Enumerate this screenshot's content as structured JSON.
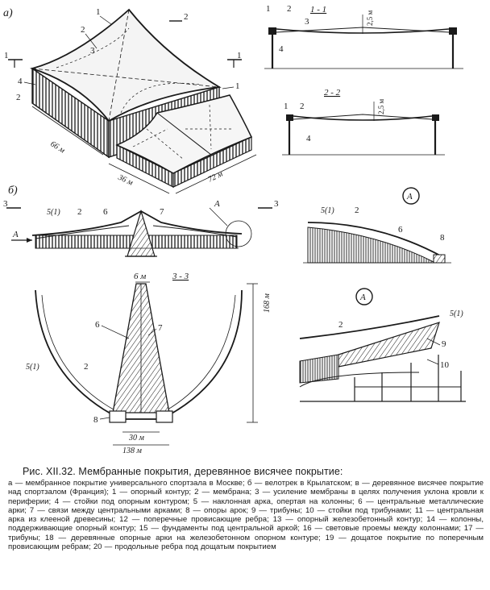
{
  "figure": {
    "views": {
      "a": "а)",
      "b": "б)"
    },
    "section_marks": {
      "s1": "1",
      "s2": "2",
      "s3": "3",
      "cut_1_1": "1 - 1",
      "cut_2_2": "2 - 2",
      "cut_3_3": "3 - 3",
      "callout": "A"
    },
    "dimensions": {
      "len_66": "66 м",
      "len_36": "36 м",
      "len_72": "72 м",
      "sag_1": "2,5 м",
      "sag_2": "2,5 м",
      "span_168": "168 м",
      "top_6": "6 м",
      "base_30": "30 м",
      "base_138": "138 м"
    },
    "labels": {
      "n1": "1",
      "n2": "2",
      "n3": "3",
      "n4": "4",
      "n5": "5(1)",
      "n6": "6",
      "n7": "7",
      "n8": "8",
      "n9": "9",
      "n10": "10"
    }
  },
  "caption": {
    "title": "Рис. XII.32. Мембранные покрытия, деревянное висячее покрытие:",
    "body": "а — мембранное покрытие универсального спортзала в Москве; б — велотрек в Крылатском; в — деревянное висячее покрытие над спортзалом (Франция); 1 — опорный контур; 2 — мембрана; 3 — усиление мембраны в целях получения уклона кровли к периферии; 4 — стойки под опорным контуром; 5 — наклонная арка, опертая на колонны; 6 — центральные металлические арки; 7 — связи между центральными арками; 8 — опоры арок; 9 — трибуны; 10 — стойки под трибунами; 11 — центральная арка из клееной древесины; 12 — поперечные провисающие ребра; 13 — опорный железобетонный контур; 14 — колонны, поддерживающие опорный контур; 15 — фундаменты под центральной аркой; 16 — световые проемы между колоннами; 17 — трибуны; 18 — деревянные опорные арки на железобетонном опорном контуре; 19 — дощатое покрытие по поперечным провисающим ребрам; 20 — продольные ребра под дощатым покрытием"
  }
}
